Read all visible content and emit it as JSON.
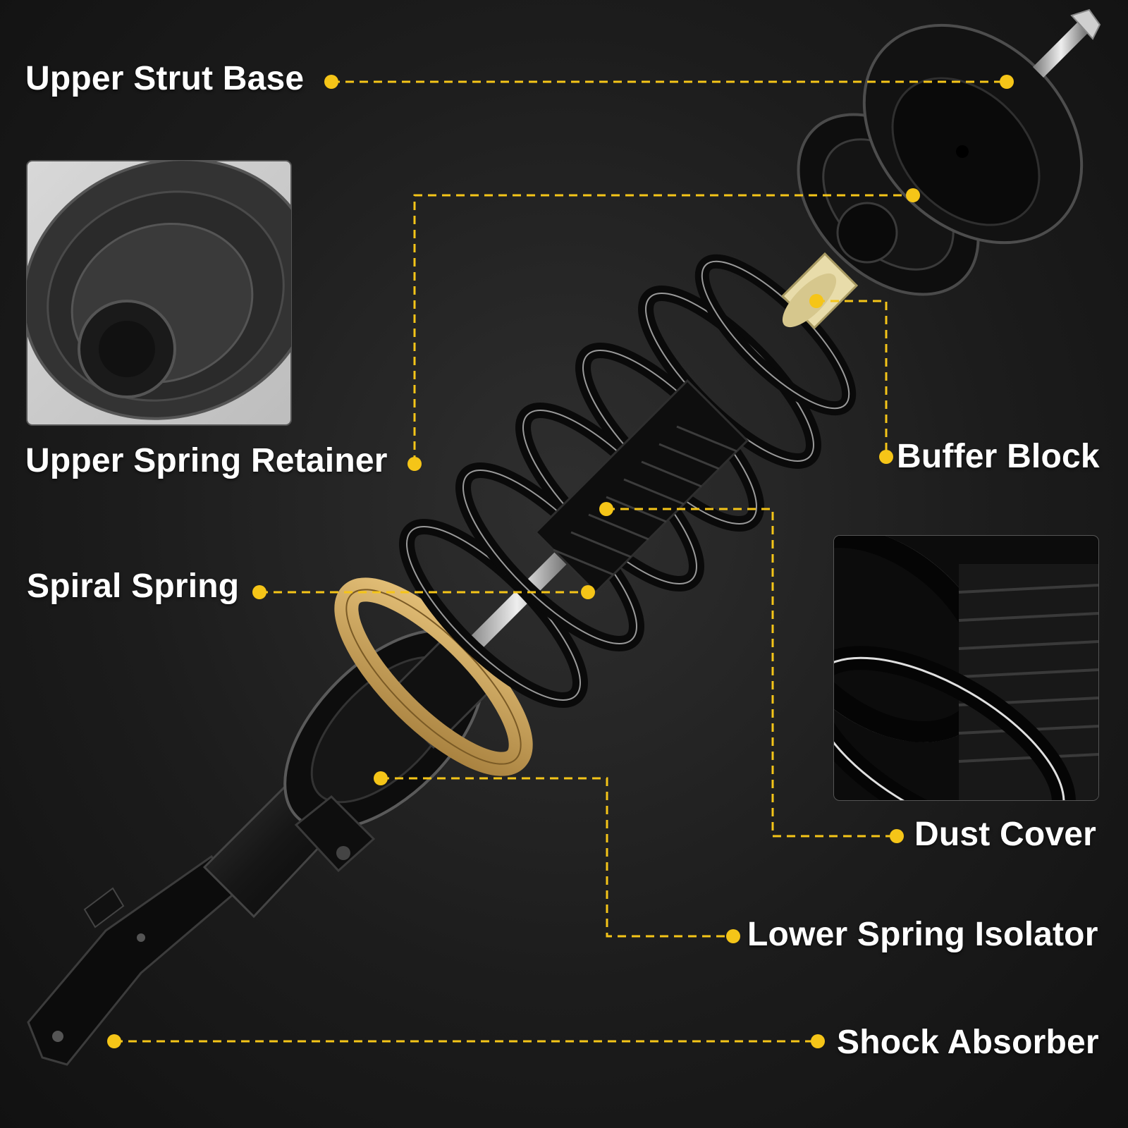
{
  "diagram": {
    "labels": {
      "upper_strut_base": "Upper Strut Base",
      "upper_spring_retainer": "Upper Spring Retainer",
      "buffer_block": "Buffer Block",
      "spiral_spring": "Spiral Spring",
      "dust_cover": "Dust Cover",
      "lower_spring_isolator": "Lower Spring Isolator",
      "shock_absorber": "Shock Absorber"
    }
  },
  "colors": {
    "accent": "#f5c518",
    "background": "#1c1c1c",
    "label_text": "#ffffff",
    "isolator": "#c9a15a",
    "buffer": "#e8dcaa"
  }
}
